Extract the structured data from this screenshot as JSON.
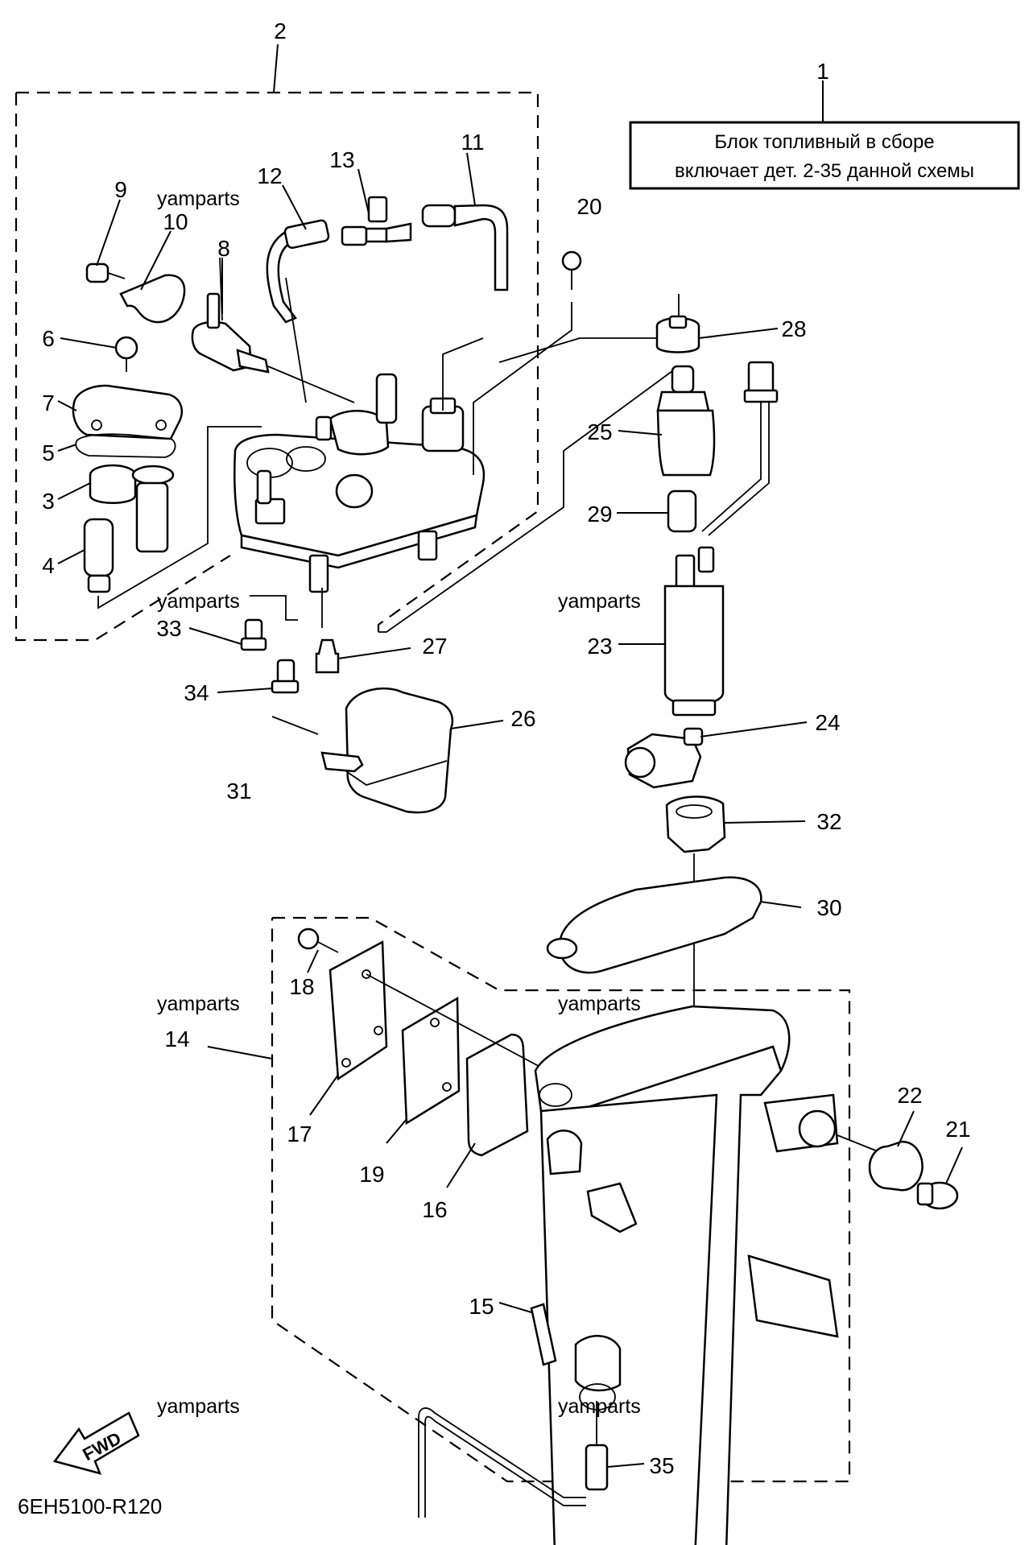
{
  "note": {
    "line1": "Блок топливный в сборе",
    "line2": "включает дет. 2-35 данной схемы"
  },
  "drawing_code": "6EH5100-R120",
  "fwd_label": "FWD",
  "watermark": "yamparts",
  "callouts": [
    "1",
    "2",
    "3",
    "4",
    "5",
    "6",
    "7",
    "8",
    "9",
    "10",
    "11",
    "12",
    "13",
    "14",
    "15",
    "16",
    "17",
    "18",
    "19",
    "20",
    "21",
    "22",
    "23",
    "24",
    "25",
    "26",
    "27",
    "28",
    "29",
    "30",
    "31",
    "32",
    "33",
    "34",
    "35"
  ]
}
